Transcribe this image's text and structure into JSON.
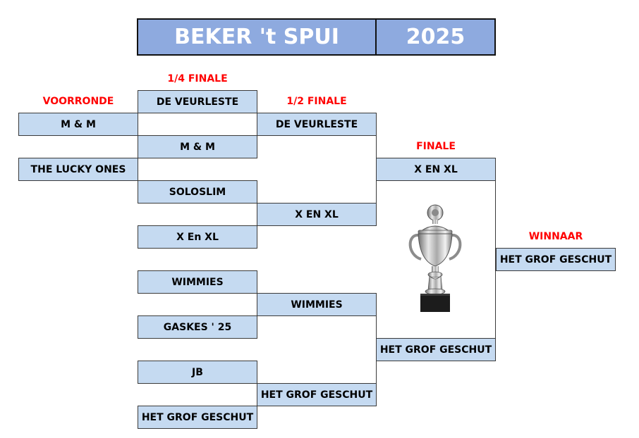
{
  "header": {
    "title": "BEKER 't SPUI",
    "year": "2025"
  },
  "round_labels": {
    "voorronde": "VOORRONDE",
    "quarter": "1/4 FINALE",
    "semi": "1/2 FINALE",
    "final": "FINALE",
    "winner": "WINNAAR"
  },
  "voorronde": [
    "M & M",
    "THE LUCKY ONES"
  ],
  "quarter": [
    "DE VEURLESTE",
    "M & M",
    "SOLOSLIM",
    "X En XL",
    "WIMMIES",
    "GASKES ' 25",
    "JB",
    "HET GROF GESCHUT"
  ],
  "semi": [
    "DE VEURLESTE",
    "X EN XL",
    "WIMMIES",
    "HET GROF GESCHUT"
  ],
  "final": [
    "X EN XL",
    "HET GROF GESCHUT"
  ],
  "winner": "HET GROF GESCHUT",
  "icons": {
    "trophy": "trophy-icon"
  },
  "colors": {
    "box_fill": "#c5daf1",
    "title_fill": "#8eaadf",
    "label_text": "#ff0000"
  }
}
